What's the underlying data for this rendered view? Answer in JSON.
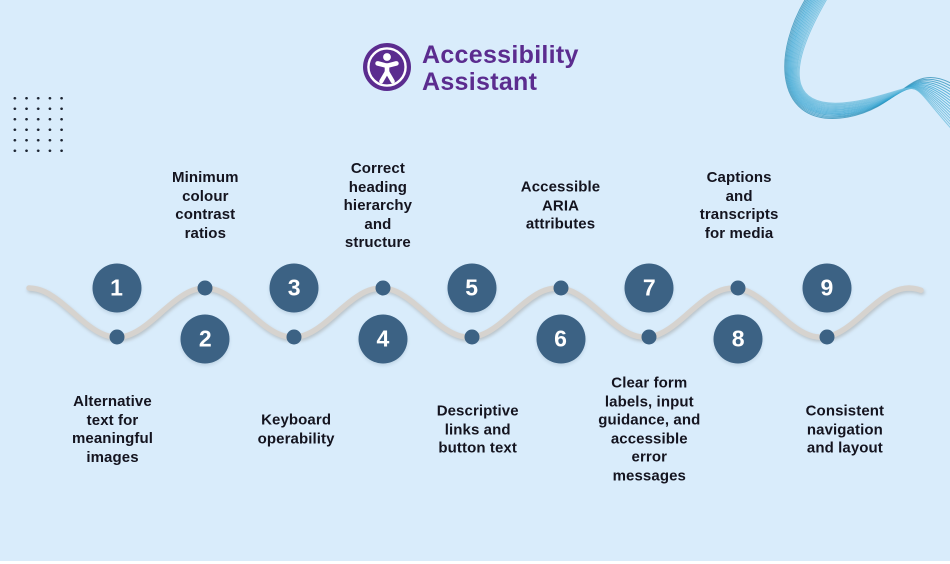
{
  "header": {
    "title_line1": "Accessibility",
    "title_line2": "Assistant",
    "logo_icon": "accessibility-person-icon"
  },
  "timeline": {
    "items": [
      {
        "number": "1",
        "label": "Alternative\ntext for\nmeaningful\nimages",
        "label_side": "bottom"
      },
      {
        "number": "2",
        "label": "Minimum\ncolour\ncontrast\nratios",
        "label_side": "top"
      },
      {
        "number": "3",
        "label": "Keyboard\noperability",
        "label_side": "bottom"
      },
      {
        "number": "4",
        "label": "Correct\nheading\nhierarchy\nand\nstructure",
        "label_side": "top"
      },
      {
        "number": "5",
        "label": "Descriptive\nlinks and\nbutton text",
        "label_side": "bottom"
      },
      {
        "number": "6",
        "label": "Accessible\nARIA\nattributes",
        "label_side": "top"
      },
      {
        "number": "7",
        "label": "Clear form\nlabels, input\nguidance, and\naccessible\nerror\nmessages",
        "label_side": "bottom"
      },
      {
        "number": "8",
        "label": "Captions\nand\ntranscripts\nfor media",
        "label_side": "top"
      },
      {
        "number": "9",
        "label": "Consistent\nnavigation\nand layout",
        "label_side": "bottom"
      }
    ]
  },
  "decorations": {
    "top_right": "flowing-wave-lines",
    "top_left": "dot-grid"
  },
  "colors": {
    "background": "#d9ecfb",
    "step_circle": "#3c6284",
    "wave_line": "#d6d3cf",
    "label_text": "#14141f",
    "brand_purple": "#5b2c8f",
    "decoration_teal": "#58b6d7"
  }
}
